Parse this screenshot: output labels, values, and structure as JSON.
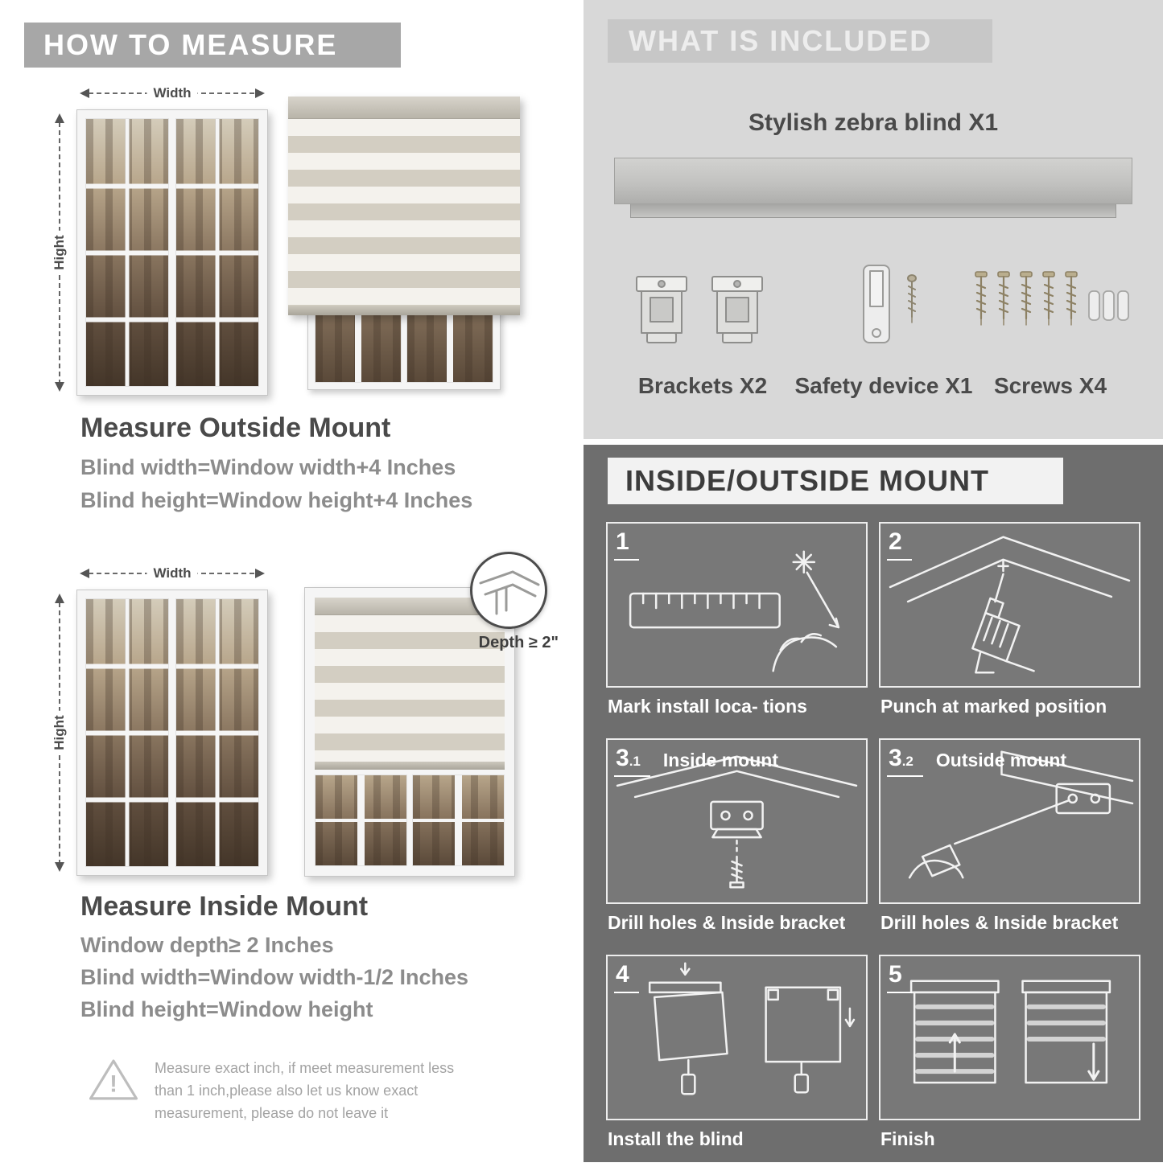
{
  "colors": {
    "left_banner_bg": "#a7a7a7",
    "included_panel_bg": "#d8d8d8",
    "included_banner_bg": "#c7c7c7",
    "mount_panel_bg": "#6e6e6e",
    "mount_banner_bg": "#f2f2f2",
    "heading_text": "#4a4a4a",
    "body_text": "#8c8c8c",
    "step_line_art": "#f2f2f2"
  },
  "left": {
    "banner": "HOW TO MEASURE",
    "outside": {
      "width_label": "Width",
      "height_label": "Hight",
      "title": "Measure Outside Mount",
      "line1": "Blind width=Window width+4 Inches",
      "line2": "Blind height=Window height+4 Inches"
    },
    "inside": {
      "width_label": "Width",
      "height_label": "Hight",
      "depth_label": "Depth ≥ 2\"",
      "title": "Measure Inside Mount",
      "line1": "Window depth≥ 2 Inches",
      "line2": "Blind width=Window width-1/2 Inches",
      "line3": "Blind height=Window height"
    },
    "warning": {
      "icon": "!",
      "text1": "Measure exact inch, if meet measurement less",
      "text2": "than 1 inch,please also let us know exact",
      "text3": "measurement, please do not leave it"
    }
  },
  "included": {
    "banner": "WHAT IS INCLUDED",
    "subtitle": "Stylish zebra blind X1",
    "items": [
      {
        "name": "brackets",
        "label": "Brackets X2"
      },
      {
        "name": "safety-device",
        "label": "Safety device X1"
      },
      {
        "name": "screws",
        "label": "Screws X4"
      }
    ]
  },
  "mount": {
    "banner": "INSIDE/OUTSIDE MOUNT",
    "steps": [
      {
        "num": "1",
        "num_suffix": "",
        "sublabel": "",
        "caption": "Mark install loca- tions"
      },
      {
        "num": "2",
        "num_suffix": "",
        "sublabel": "",
        "caption": "Punch at  marked position"
      },
      {
        "num": "3",
        "num_suffix": ".1",
        "sublabel": "Inside mount",
        "caption": "Drill holes &  Inside bracket"
      },
      {
        "num": "3",
        "num_suffix": ".2",
        "sublabel": "Outside mount",
        "caption": "Drill holes &  Inside bracket"
      },
      {
        "num": "4",
        "num_suffix": "",
        "sublabel": "",
        "caption": "Install the blind"
      },
      {
        "num": "5",
        "num_suffix": "",
        "sublabel": "",
        "caption": "Finish"
      }
    ]
  }
}
